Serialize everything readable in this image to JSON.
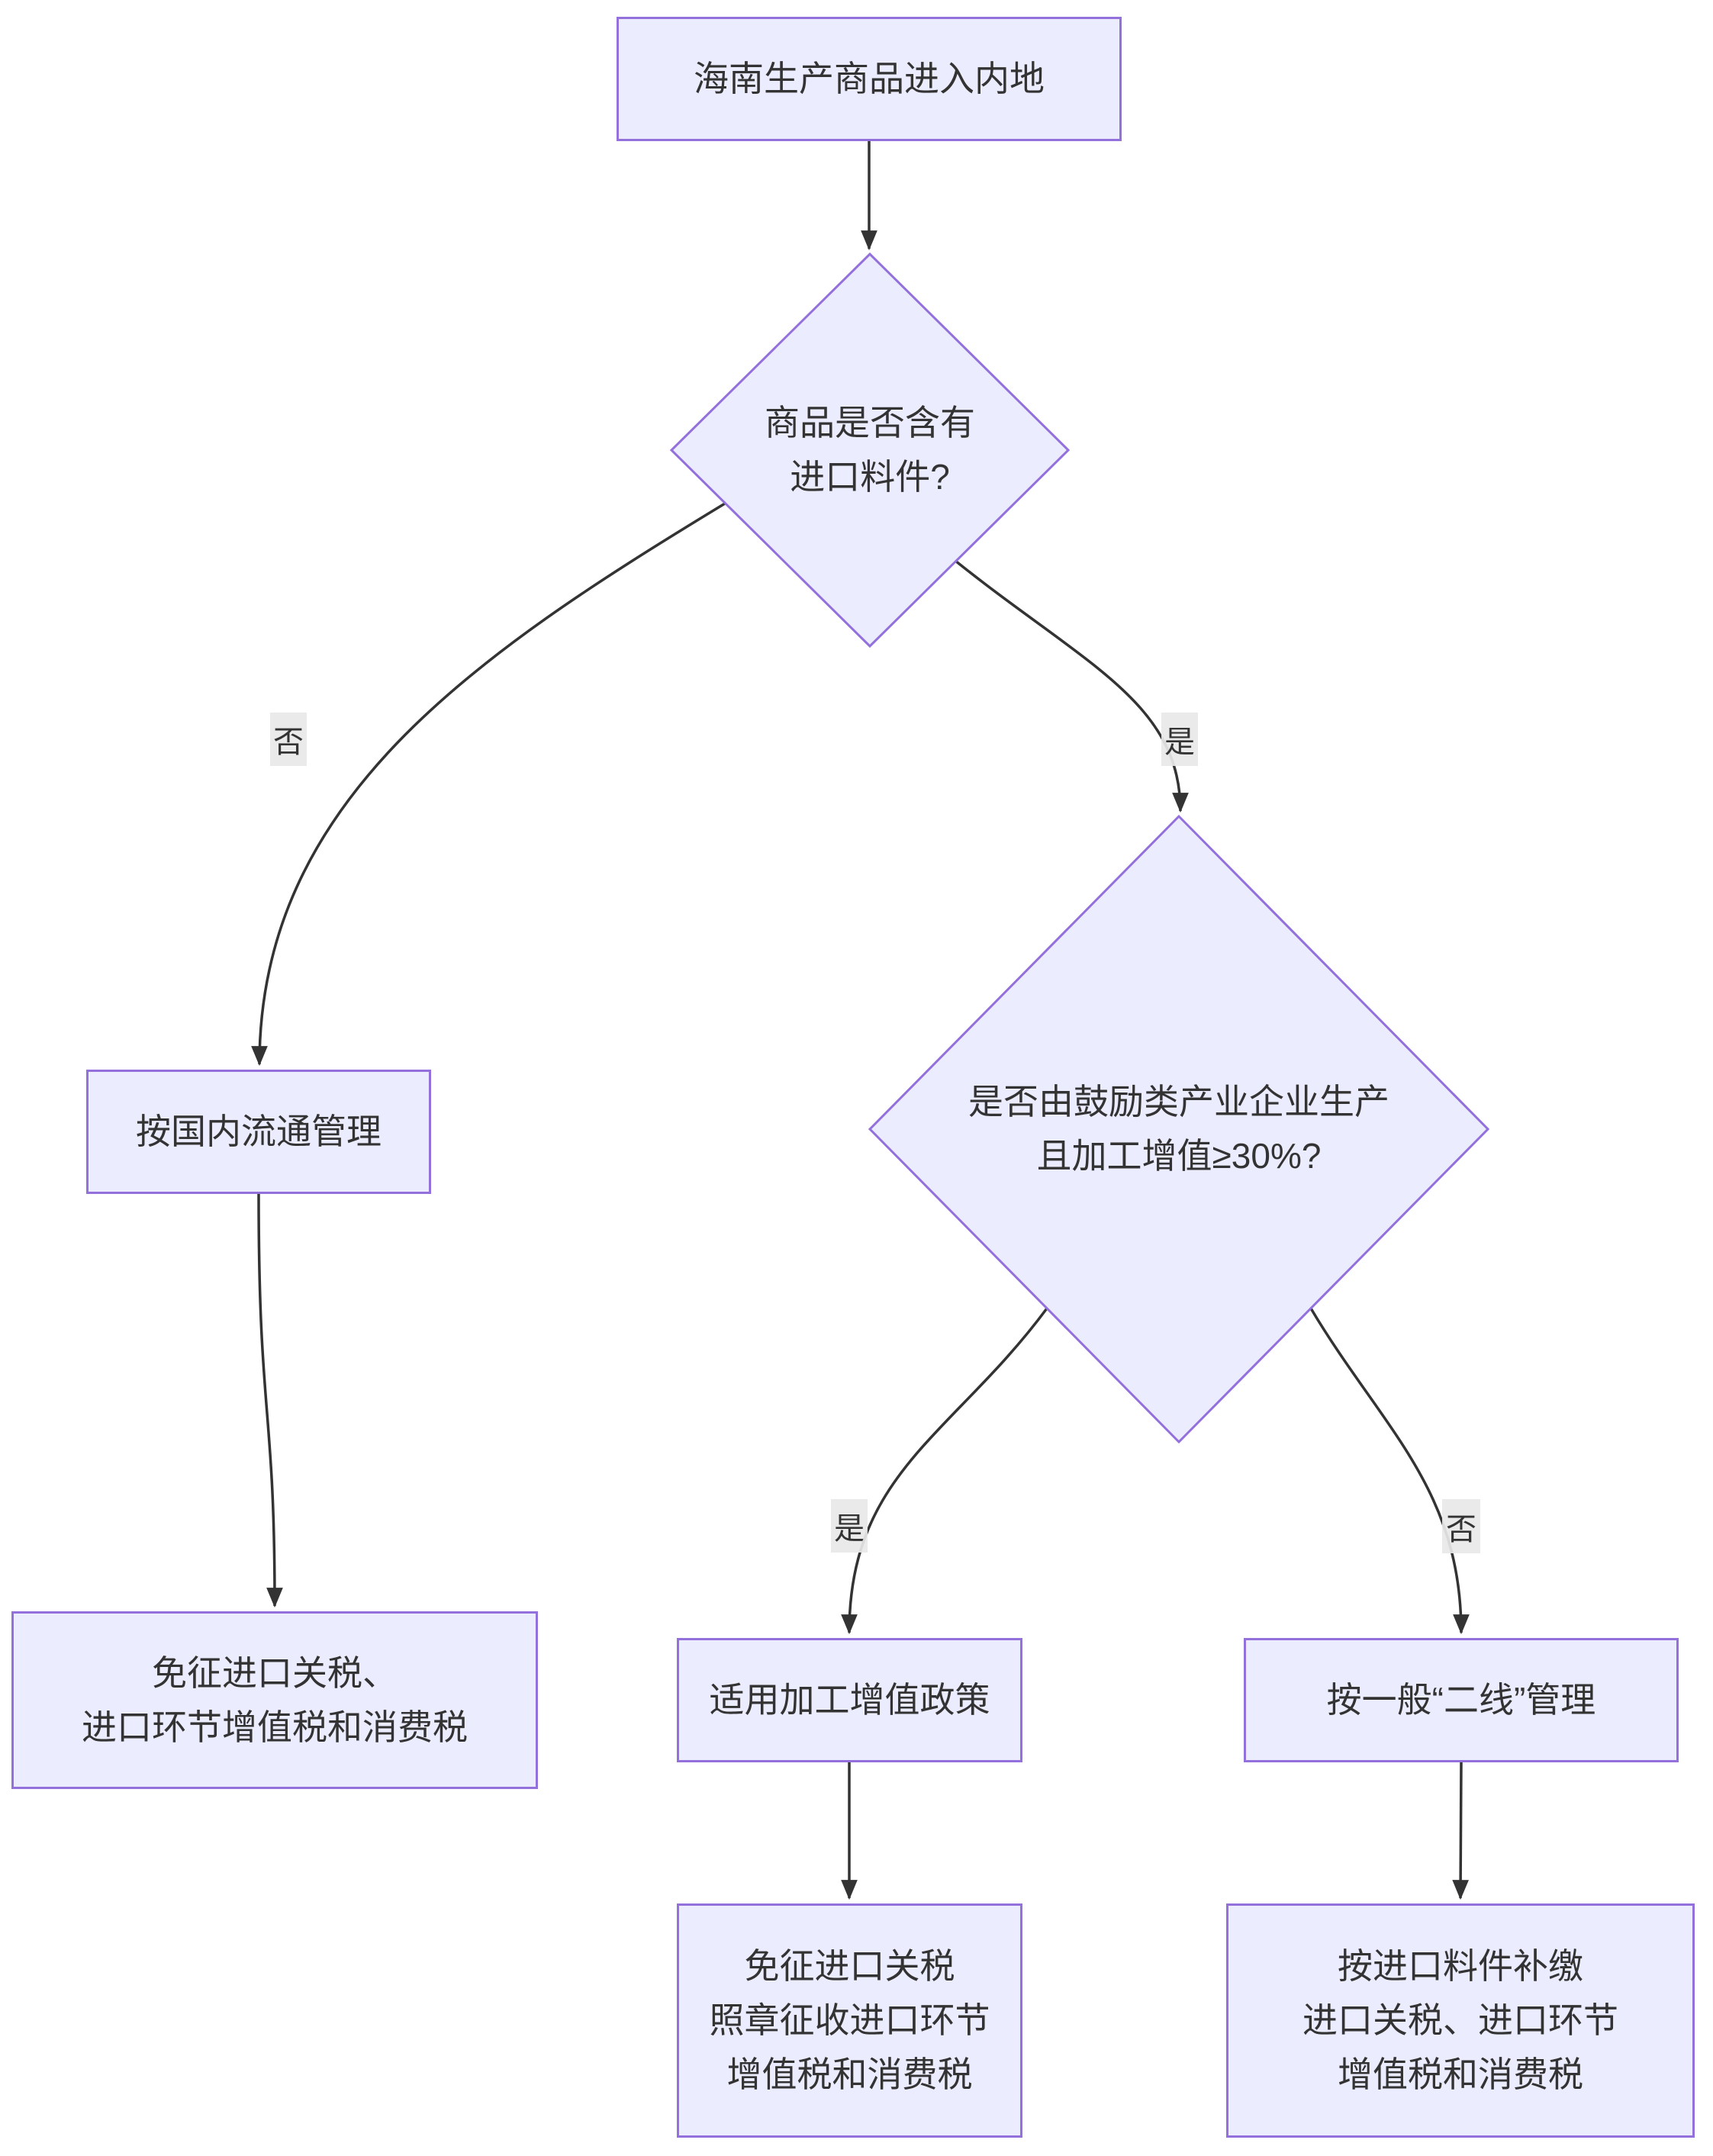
{
  "diagram": {
    "type": "flowchart",
    "direction": "top-down",
    "colors": {
      "node_fill": "#ECECFF",
      "node_border": "#9370DB",
      "edge_line": "#333333",
      "edge_label_bg": "#e8e8e8",
      "text": "#333333",
      "background": "#ffffff"
    }
  },
  "nodes": {
    "start": {
      "label": "海南生产商品进入内地",
      "shape": "rect"
    },
    "decision1": {
      "label": "商品是否含有\n进口料件?",
      "shape": "diamond"
    },
    "domestic": {
      "label": "按国内流通管理",
      "shape": "rect"
    },
    "exempt_all": {
      "label": "免征进口关税、\n进口环节增值税和消费税",
      "shape": "rect"
    },
    "decision2": {
      "label": "是否由鼓励类产业企业生产\n且加工增值≥30%?",
      "shape": "diamond"
    },
    "policy": {
      "label": "适用加工增值政策",
      "shape": "rect"
    },
    "exempt_duty": {
      "label": "免征进口关税\n照章征收进口环节\n增值税和消费税",
      "shape": "rect"
    },
    "secondline": {
      "label": "按一般“二线”管理",
      "shape": "rect"
    },
    "payback": {
      "label": "按进口料件补缴\n进口关税、进口环节\n增值税和消费税",
      "shape": "rect"
    }
  },
  "edge_labels": {
    "no1": "否",
    "yes1": "是",
    "yes2": "是",
    "no2": "否"
  },
  "edges": [
    {
      "from": "start",
      "to": "decision1",
      "label": ""
    },
    {
      "from": "decision1",
      "to": "domestic",
      "label": "否"
    },
    {
      "from": "decision1",
      "to": "decision2",
      "label": "是"
    },
    {
      "from": "domestic",
      "to": "exempt_all",
      "label": ""
    },
    {
      "from": "decision2",
      "to": "policy",
      "label": "是"
    },
    {
      "from": "decision2",
      "to": "secondline",
      "label": "否"
    },
    {
      "from": "policy",
      "to": "exempt_duty",
      "label": ""
    },
    {
      "from": "secondline",
      "to": "payback",
      "label": ""
    }
  ]
}
